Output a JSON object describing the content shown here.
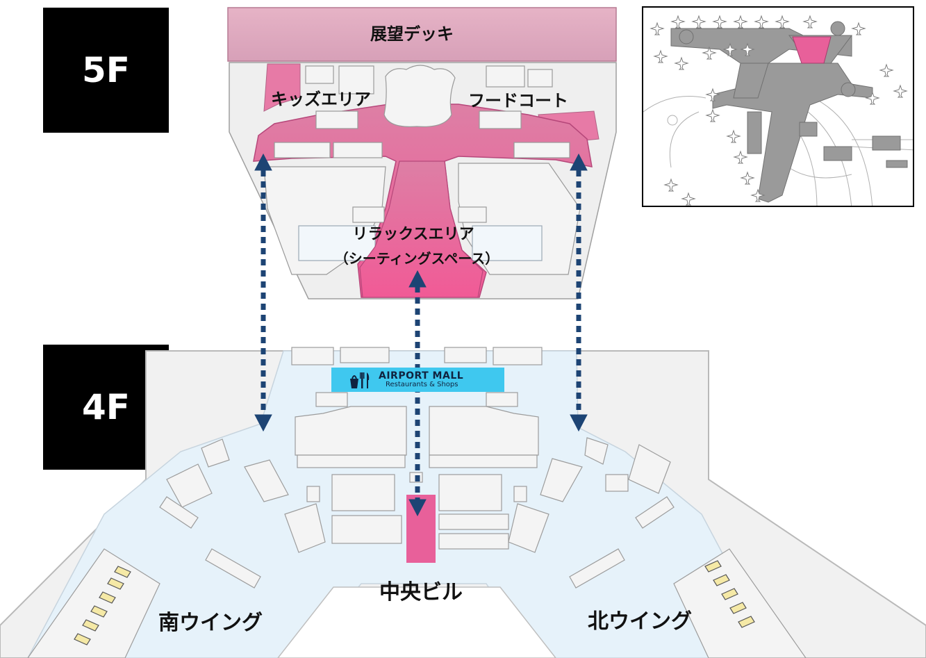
{
  "floors": {
    "upper": {
      "label": "5F"
    },
    "lower": {
      "label": "4F"
    }
  },
  "areas": {
    "observation_deck": "展望デッキ",
    "kids_area": "キッズエリア",
    "food_court": "フードコート",
    "relax_area_line1": "リラックスエリア",
    "relax_area_line2": "（シーティングスペース）",
    "central_building": "中央ビル",
    "south_wing": "南ウイング",
    "north_wing": "北ウイング"
  },
  "mall_banner": {
    "title": "AIRPORT MALL",
    "subtitle": "Restaurants & Shops",
    "icon": "shopping-dining-icon"
  },
  "colors": {
    "highlight_pink": "#e84a8a",
    "deck_pink": "#d99bb4",
    "floor_4f_fill": "#e6f2fa",
    "arrow_navy": "#1d4474",
    "badge_black": "#000000",
    "banner_cyan": "#3fc8ef"
  },
  "locator_map": {
    "highlight": "central-building-5f"
  }
}
